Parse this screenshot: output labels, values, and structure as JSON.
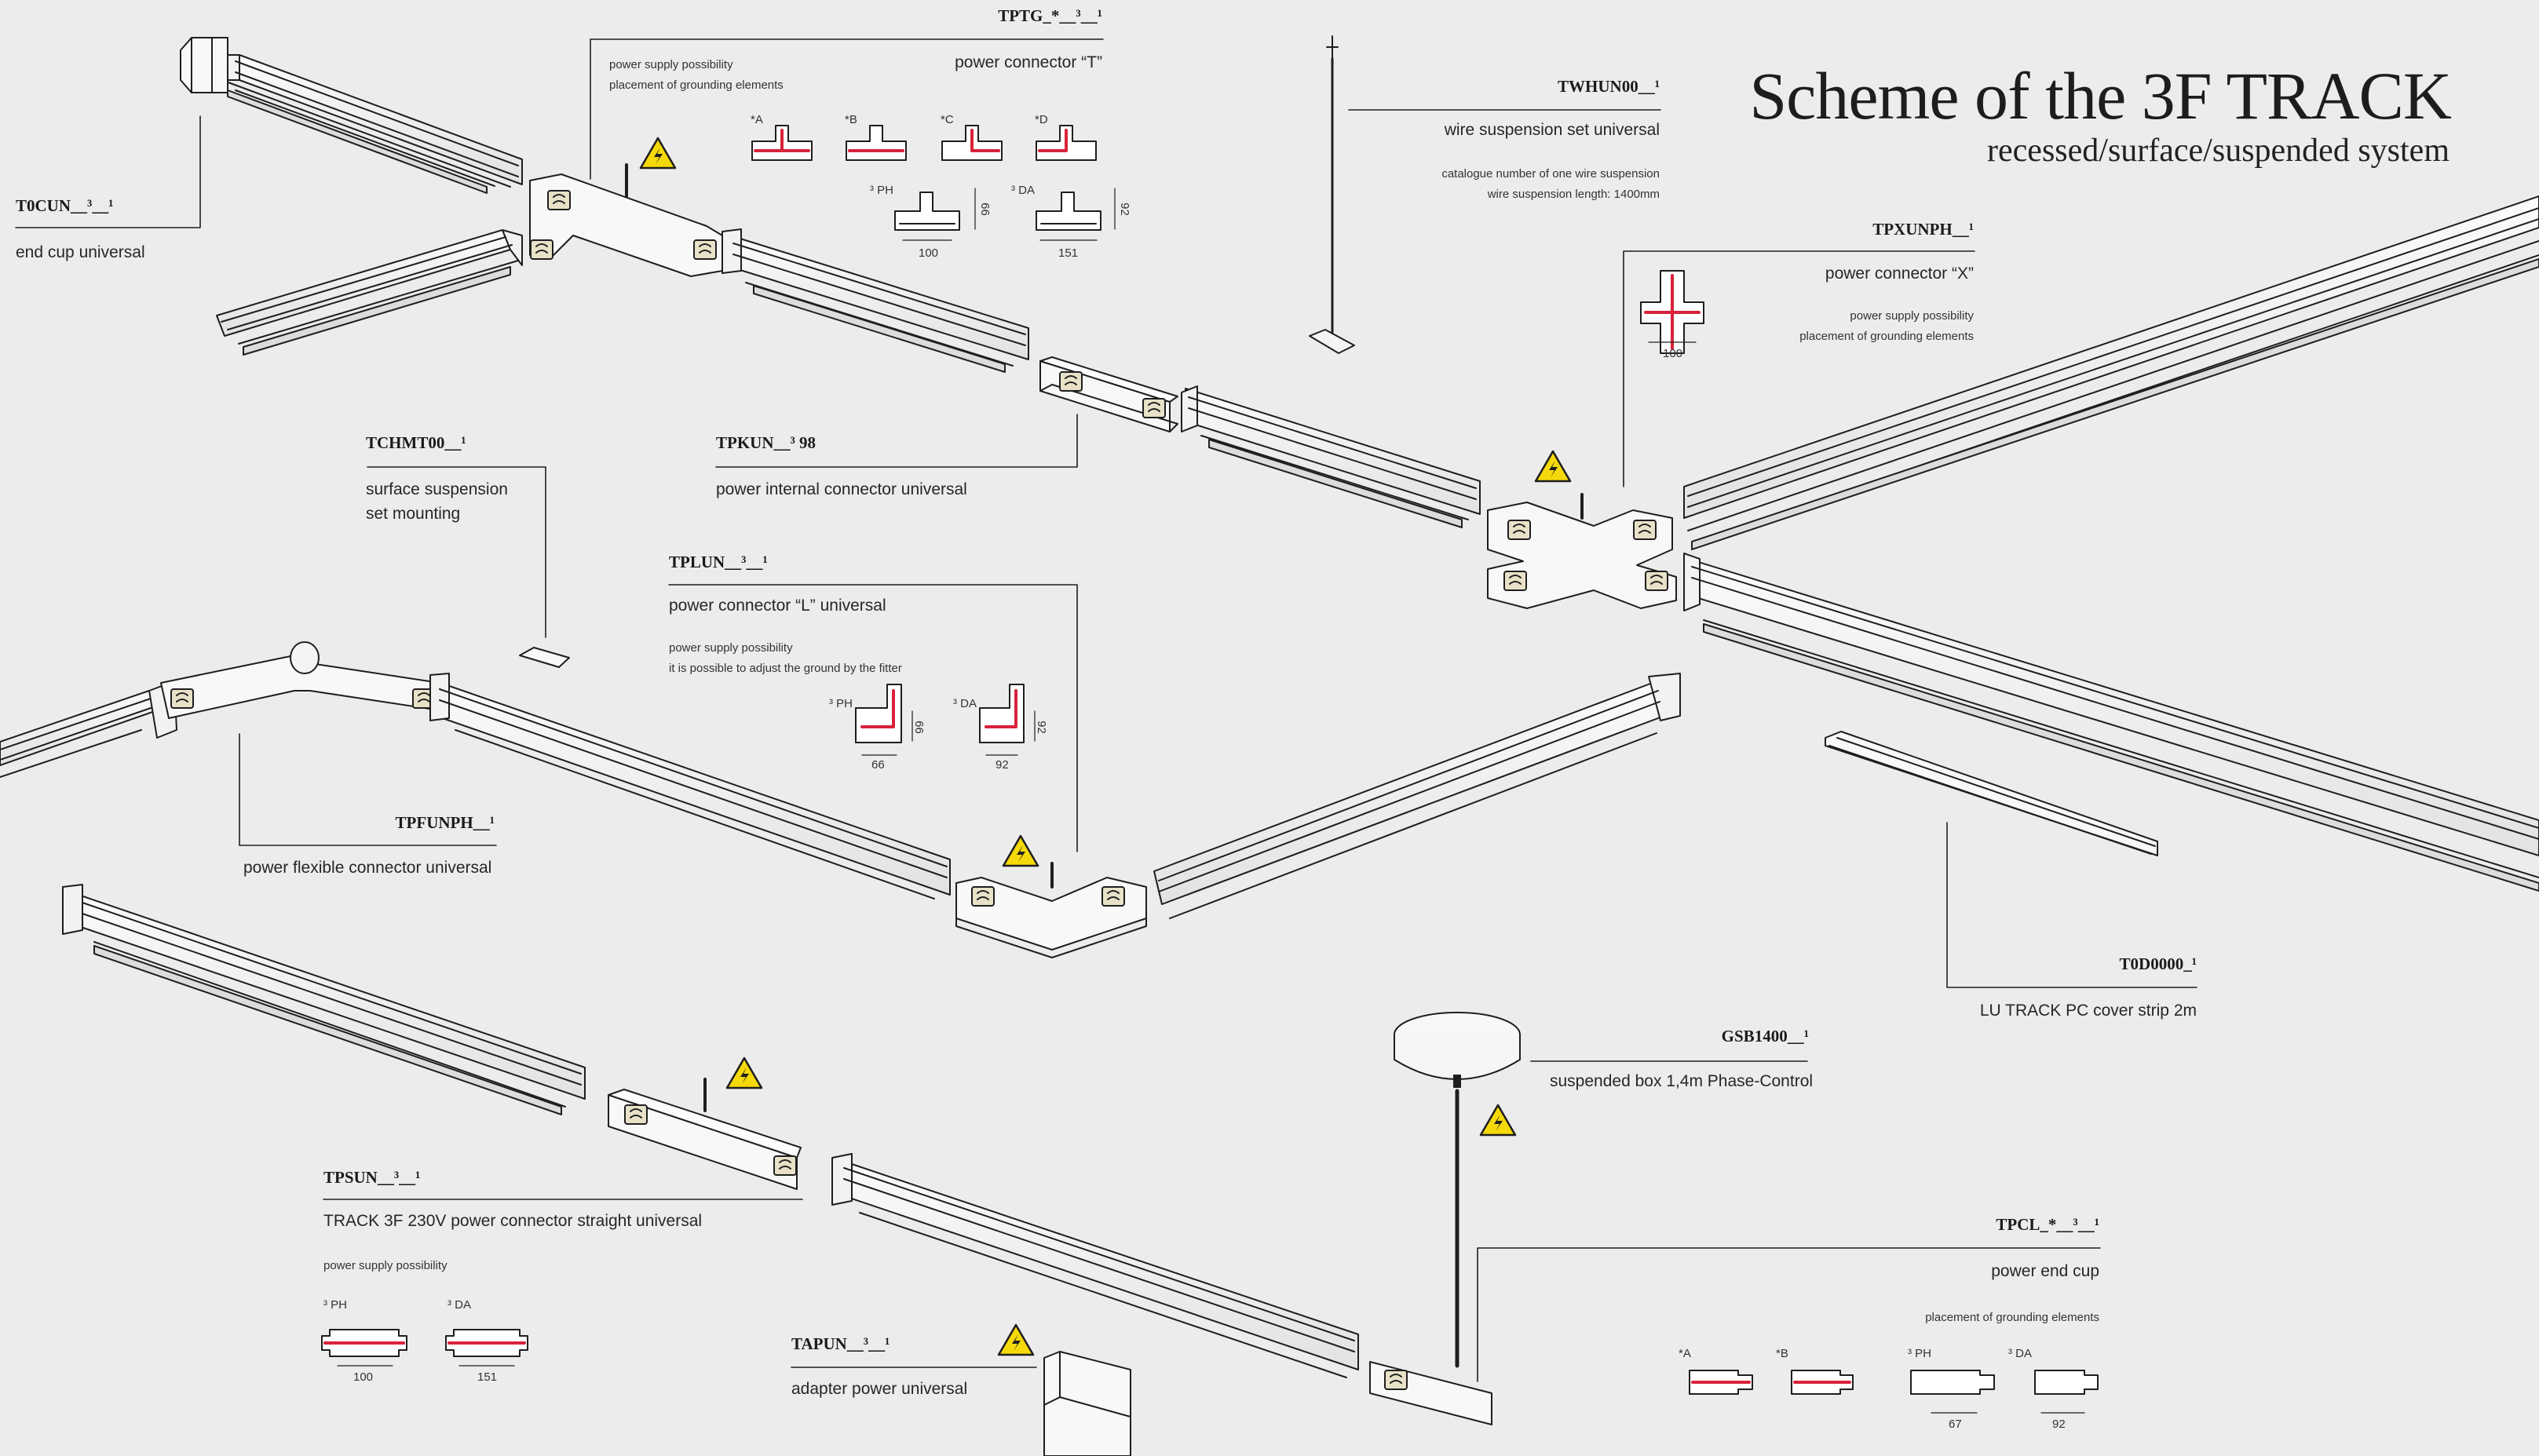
{
  "title": "Scheme of the 3F TRACK",
  "subtitle": "recessed/surface/suspended system",
  "colors": {
    "background": "#ececec",
    "line": "#1e1e1e",
    "track_fill": "#f6f6f6",
    "accent_red": "#d8223a",
    "warning_yellow": "#f5d90a"
  },
  "components": {
    "end_cup": {
      "code": "T0CUN__³__¹",
      "label": "end cup universal"
    },
    "t_connector": {
      "code": "TPTG_*__³__¹",
      "label": "power connector “T”",
      "notes": [
        "power supply possibility",
        "placement of grounding elements"
      ],
      "variants": [
        "*A",
        "*B",
        "*C",
        "*D"
      ],
      "sizes": [
        {
          "tag": "³ PH",
          "width": "100",
          "height": "66"
        },
        {
          "tag": "³ DA",
          "width": "151",
          "height": "92"
        }
      ]
    },
    "wire_suspension": {
      "code": "TWHUN00__¹",
      "label": "wire suspension set universal",
      "notes": [
        "catalogue number of one wire suspension",
        "wire suspension length: 1400mm"
      ]
    },
    "x_connector": {
      "code": "TPXUNPH__¹",
      "label": "power connector “X”",
      "notes": [
        "power supply possibility",
        "placement of grounding elements"
      ],
      "size": "100"
    },
    "surface_suspension": {
      "code": "TCHMT00__¹",
      "label_line1": "surface suspension",
      "label_line2": "set mounting"
    },
    "internal_connector": {
      "code": "TPKUN__³ 98",
      "label": "power internal connector universal"
    },
    "l_connector": {
      "code": "TPLUN__³__¹",
      "label": "power connector “L” universal",
      "notes": [
        "power supply possibility",
        "it is possible to adjust the ground by the fitter"
      ],
      "sizes": [
        {
          "tag": "³ PH",
          "width": "66",
          "height": "66"
        },
        {
          "tag": "³ DA",
          "width": "92",
          "height": "92"
        }
      ]
    },
    "flexible_connector": {
      "code": "TPFUNPH__¹",
      "label": "power flexible connector universal"
    },
    "cover_strip": {
      "code": "T0D0000_¹",
      "label": "LU TRACK PC cover strip 2m"
    },
    "suspended_box": {
      "code": "GSB1400__¹",
      "label": "suspended box 1,4m Phase-Control"
    },
    "straight_connector": {
      "code": "TPSUN__³__¹",
      "label": "TRACK 3F 230V power connector straight universal",
      "notes": [
        "power supply possibility"
      ],
      "sizes": [
        {
          "tag": "³ PH",
          "width": "100"
        },
        {
          "tag": "³ DA",
          "width": "151"
        }
      ]
    },
    "adapter": {
      "code": "TAPUN__³__¹",
      "label": "adapter power universal"
    },
    "end_cup_power": {
      "code": "TPCL_*__³__¹",
      "label": "power end cup",
      "notes": [
        "placement of grounding elements"
      ],
      "variants": [
        "*A",
        "*B"
      ],
      "sizes": [
        {
          "tag": "³ PH",
          "width": "67"
        },
        {
          "tag": "³ DA",
          "width": "92"
        }
      ]
    }
  }
}
